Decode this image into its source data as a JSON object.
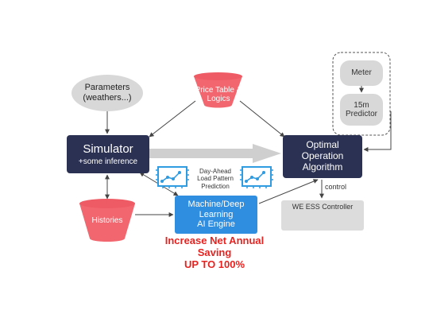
{
  "nodes": {
    "parameters": {
      "line1": "Parameters",
      "line2": "(weathers...)"
    },
    "price_table": {
      "line1": "Price Table &",
      "line2": "Logics"
    },
    "simulator": {
      "title": "Simulator",
      "subtitle": "+some inference"
    },
    "histories": {
      "label": "Histories"
    },
    "ai_engine": {
      "line1": "Machine/Deep",
      "line2": "Learning",
      "line3": "AI Engine"
    },
    "optimal": {
      "line1": "Optimal",
      "line2": "Operation",
      "line3": "Algorithm"
    },
    "meter": {
      "label": "Meter"
    },
    "predictor": {
      "line1": "15m",
      "line2": "Predictor"
    },
    "ess_controller": {
      "label": "WE ESS Controller"
    }
  },
  "labels": {
    "day_ahead": [
      "Day-Ahead",
      "Load Pattern",
      "Prediction"
    ],
    "control": "control"
  },
  "headline": {
    "line1": "Increase Net Annual Saving",
    "line2": "UP TO 100%"
  },
  "colors": {
    "navy": "#2b3153",
    "coral": "#f2676f",
    "blue": "#2f8ee0",
    "grey": "#d8d8d8",
    "red_text": "#e52421",
    "icon_blue": "#2f9be0"
  },
  "icons": [
    "line-chart-icon",
    "line-chart-icon",
    "ess-device-icon"
  ]
}
